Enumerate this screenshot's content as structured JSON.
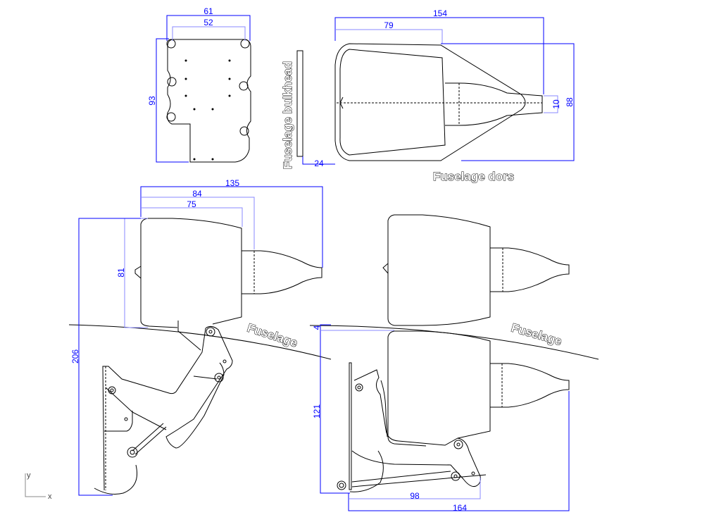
{
  "colors": {
    "dimension": "#0000ff",
    "geometry": "#000000",
    "background": "#ffffff"
  },
  "labels": {
    "bulkhead": "Fuselage bulkhead",
    "dorsal": "Fuselage dors",
    "fuselage_left": "Fuselage",
    "fuselage_right": "Fuselage"
  },
  "dimensions": {
    "plate_width_outer": "61",
    "plate_width_inner": "52",
    "plate_height": "93",
    "bulkhead_offset": "24",
    "dorsal_length": "154",
    "dorsal_nacelle": "79",
    "dorsal_nozzle": "10",
    "dorsal_width": "88",
    "side_length": "135",
    "side_84": "84",
    "side_75": "75",
    "side_height": "81",
    "gear_height": "206",
    "retract_gap": "4",
    "retract_height": "121",
    "retract_98": "98",
    "retract_164": "164"
  },
  "axes": {
    "x": "x",
    "y": "y"
  }
}
